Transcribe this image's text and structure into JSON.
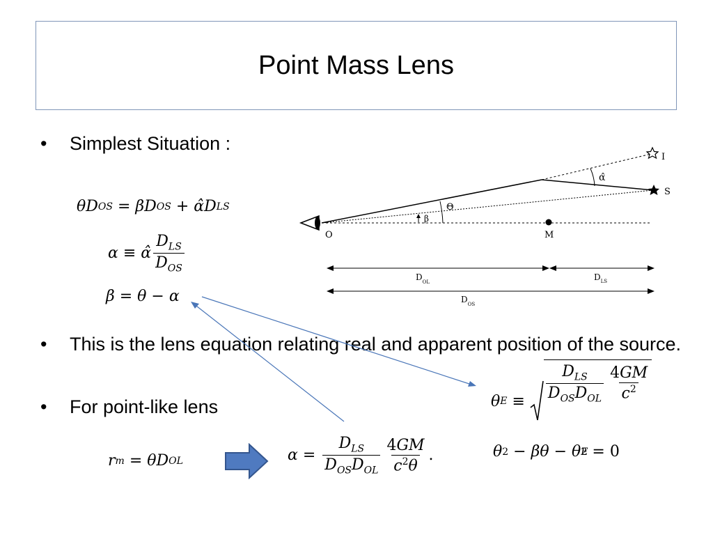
{
  "slide": {
    "title": "Point Mass Lens",
    "bullets": [
      "Simplest Situation :",
      "This is the lens equation relating real and apparent position of the source.",
      "For point-like lens"
    ]
  },
  "diagram": {
    "labels": {
      "image": "I",
      "source": "S",
      "observer": "O",
      "mass": "M",
      "alpha_hat": "α̂",
      "theta": "Θ",
      "beta": "β",
      "d_ol_main": "D",
      "d_ol_sub": "OL",
      "d_ls_main": "D",
      "d_ls_sub": "LS",
      "d_os_main": "D",
      "d_os_sub": "OS"
    }
  },
  "colors": {
    "title_border": "#7f95b8",
    "arrow_fill": "#4f7ac0",
    "arrow_stroke": "#34568e",
    "pointer_line": "#4a76b8"
  },
  "icons": {
    "eye": "eye-icon",
    "image_star": "outline-star-icon",
    "source_star": "filled-star-icon",
    "mass": "dot-icon",
    "implies": "right-block-arrow-icon"
  }
}
